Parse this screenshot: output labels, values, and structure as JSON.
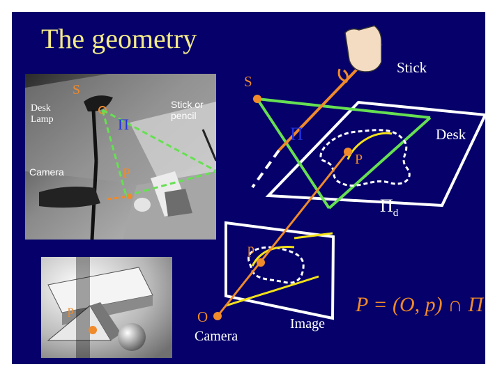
{
  "title": "The geometry",
  "photo1": {
    "labels": {
      "s": "S",
      "desk_lamp": "Desk\nLamp",
      "stick_or_pencil": "Stick or\npencil",
      "pi": "Π",
      "camera": "Camera",
      "p": "P"
    }
  },
  "photo2": {
    "labels": {
      "p": "p"
    }
  },
  "diagram": {
    "labels": {
      "stick": "Stick",
      "s": "S",
      "desk": "Desk",
      "pi": "Π",
      "p_upper": "P",
      "pi_d": "Π",
      "pi_d_sub": "d",
      "p_lower": "p",
      "o": "O",
      "camera": "Camera",
      "image": "Image"
    },
    "formula": "P = (O, p) ∩ Π"
  },
  "colors": {
    "background": "#05006a",
    "title": "#f3ea8a",
    "green_lines": "#66e052",
    "orange_lines": "#f08a2a",
    "yellow_curve": "#f2e11a",
    "white_lines": "#ffffff"
  }
}
